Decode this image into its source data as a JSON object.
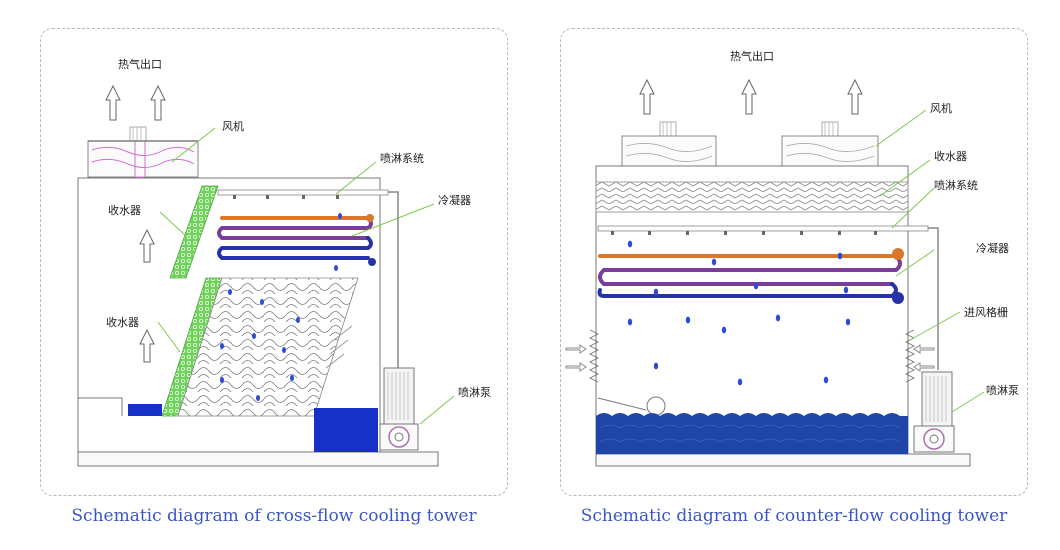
{
  "diagrams": [
    {
      "id": "cross-flow",
      "caption": "Schematic diagram of cross-flow cooling tower",
      "labels": {
        "hot_air_outlet": "热气出口",
        "fan": "风机",
        "spray_system": "喷淋系统",
        "condenser": "冷凝器",
        "water_collector_upper": "收水器",
        "water_collector_lower": "收水器",
        "spray_pump": "喷淋泵"
      }
    },
    {
      "id": "counter-flow",
      "caption": "Schematic diagram of counter-flow cooling tower",
      "labels": {
        "hot_air_outlet": "热气出口",
        "fan": "风机",
        "water_collector": "收水器",
        "spray_system": "喷淋系统",
        "condenser": "冷凝器",
        "air_inlet_louver": "进风格栅",
        "spray_pump": "喷淋泵"
      }
    }
  ],
  "colors": {
    "label_text": "#222222",
    "leader_line": "#7ec850",
    "caption": "#3a56c5",
    "water": "#1730c8",
    "drop": "#2c4bd6",
    "pipe_orange": "#d9782a",
    "pipe_purple": "#7a3d9a",
    "pipe_blue": "#2633a8",
    "eliminator_green": "#6fd45a",
    "fan_magenta": "#d070d0"
  }
}
